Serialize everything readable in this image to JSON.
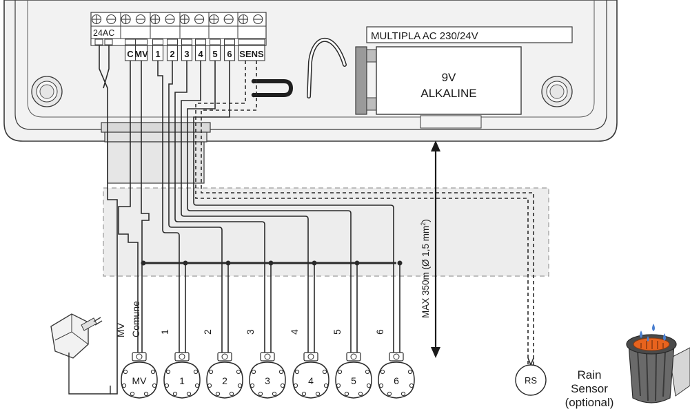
{
  "controller": {
    "power_label": "24AC",
    "terminals": [
      "C",
      "MV",
      "1",
      "2",
      "3",
      "4",
      "5",
      "6",
      "SENS"
    ],
    "module_label": "MULTIPLA AC 230/24V",
    "battery_line1": "9V",
    "battery_line2": "ALKALINE"
  },
  "cable": {
    "max_length_label": "MAX 350m (Ø 1,5 mm",
    "max_length_sup": "2",
    "max_length_close": ")"
  },
  "wire_labels": [
    "MV",
    "Comune",
    "1",
    "2",
    "3",
    "4",
    "5",
    "6"
  ],
  "valves": [
    "MV",
    "1",
    "2",
    "3",
    "4",
    "5",
    "6"
  ],
  "rain_sensor": {
    "badge": "RS",
    "line1": "Rain",
    "line2": "Sensor",
    "line3": "(optional)"
  },
  "colors": {
    "housing": "#f2f2f2",
    "outline": "#3a3a3a",
    "bracket": "#8a8a8a",
    "zone": "#ededed",
    "sensor_orange": "#e8631e"
  }
}
